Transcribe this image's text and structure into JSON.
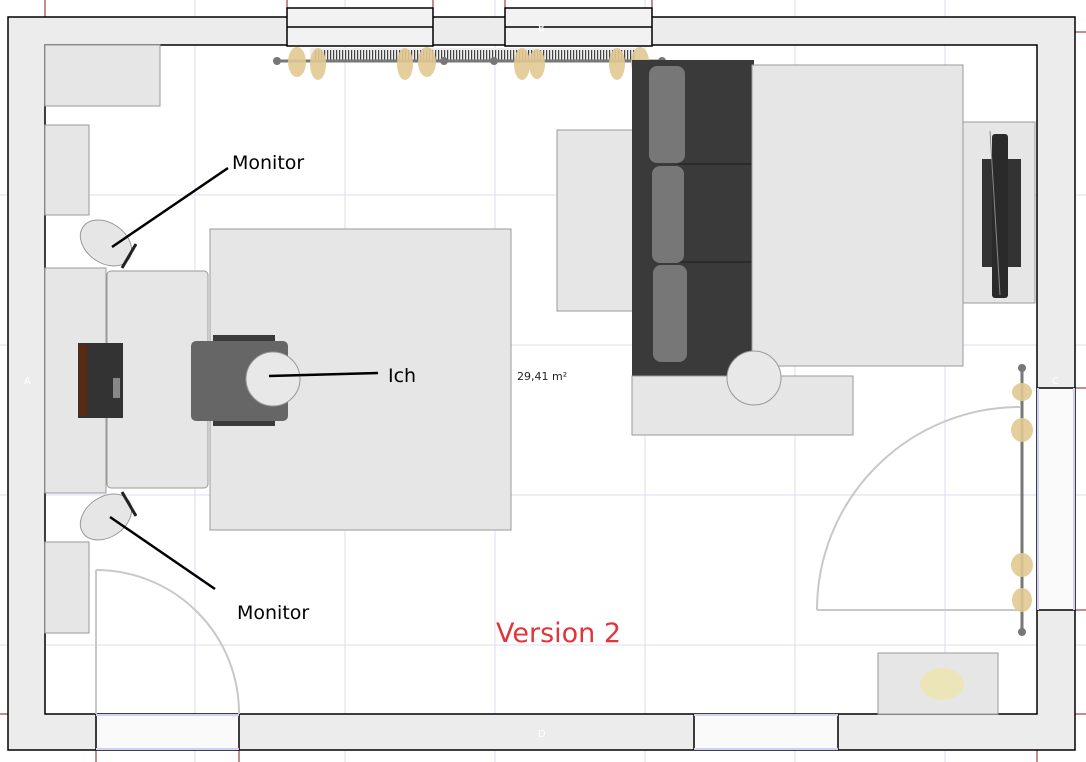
{
  "plan": {
    "room_area": "29,41 m²",
    "version_label": "Version 2",
    "walls": {
      "a": "A",
      "b": "B",
      "c": "C",
      "d": "D"
    },
    "annotations": {
      "monitor_top": "Monitor",
      "monitor_bottom": "Monitor",
      "me": "Ich"
    },
    "colors": {
      "wall": "#ececec",
      "furniture": "#e6e6e6",
      "sofa": "#3a3a3a",
      "version_text": "#e2343a",
      "grid": "#dcdcec"
    }
  }
}
